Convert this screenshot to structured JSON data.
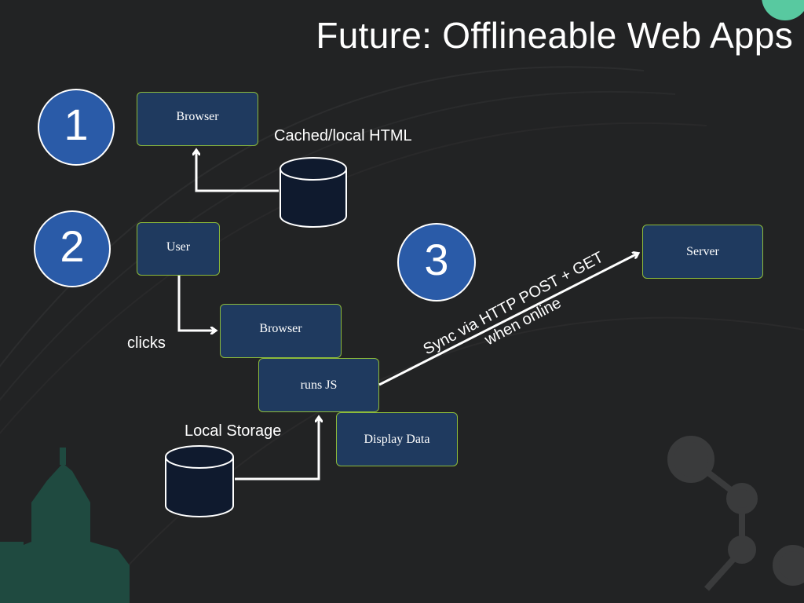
{
  "slide": {
    "title": "Future: Offlineable Web Apps"
  },
  "steps": [
    {
      "number": "1"
    },
    {
      "number": "2"
    },
    {
      "number": "3"
    }
  ],
  "boxes": {
    "browser_1": "Browser",
    "user": "User",
    "browser_2": "Browser",
    "runs_js": "runs JS",
    "display_data": "Display Data",
    "server": "Server"
  },
  "labels": {
    "cached_html": "Cached/local HTML",
    "clicks": "clicks",
    "local_storage": "Local Storage",
    "sync_line1": "Sync via HTTP POST + GET",
    "sync_line2": "when online"
  },
  "colors": {
    "background": "#222324",
    "box_fill": "#1f3a5f",
    "box_border": "#8dbb3a",
    "circle_fill": "#2a5ba8",
    "cylinder_fill": "#0f1a2e",
    "accent_green": "#58c9a0"
  }
}
